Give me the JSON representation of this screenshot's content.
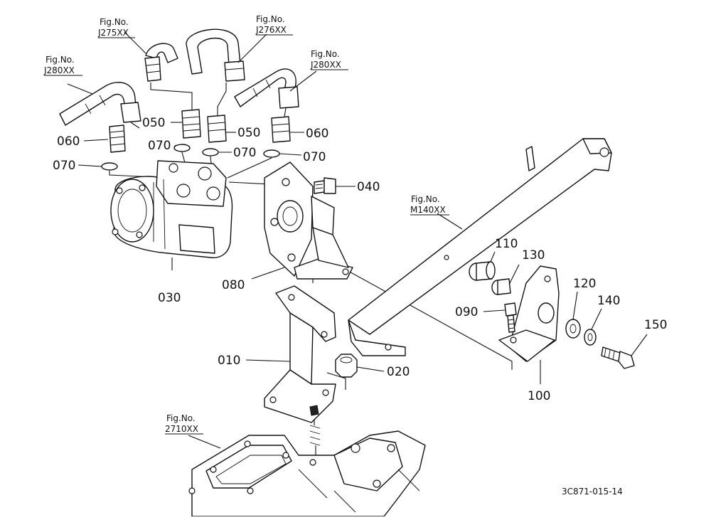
{
  "figure_refs": [
    {
      "line1": "Fig.No.",
      "line2": "J275XX"
    },
    {
      "line1": "Fig.No.",
      "line2": "J276XX"
    },
    {
      "line1": "Fig.No.",
      "line2": "J280XX"
    },
    {
      "line1": "Fig.No.",
      "line2": "J280XX"
    },
    {
      "line1": "Fig.No.",
      "line2": "M140XX"
    },
    {
      "line1": "Fig.No.",
      "line2": "2710XX"
    }
  ],
  "part_labels": [
    "060",
    "050",
    "050",
    "060",
    "070",
    "070",
    "070",
    "070",
    "040",
    "030",
    "080",
    "010",
    "020",
    "110",
    "130",
    "090",
    "120",
    "140",
    "150",
    "100"
  ],
  "drawing_code": "3C871-015-14"
}
